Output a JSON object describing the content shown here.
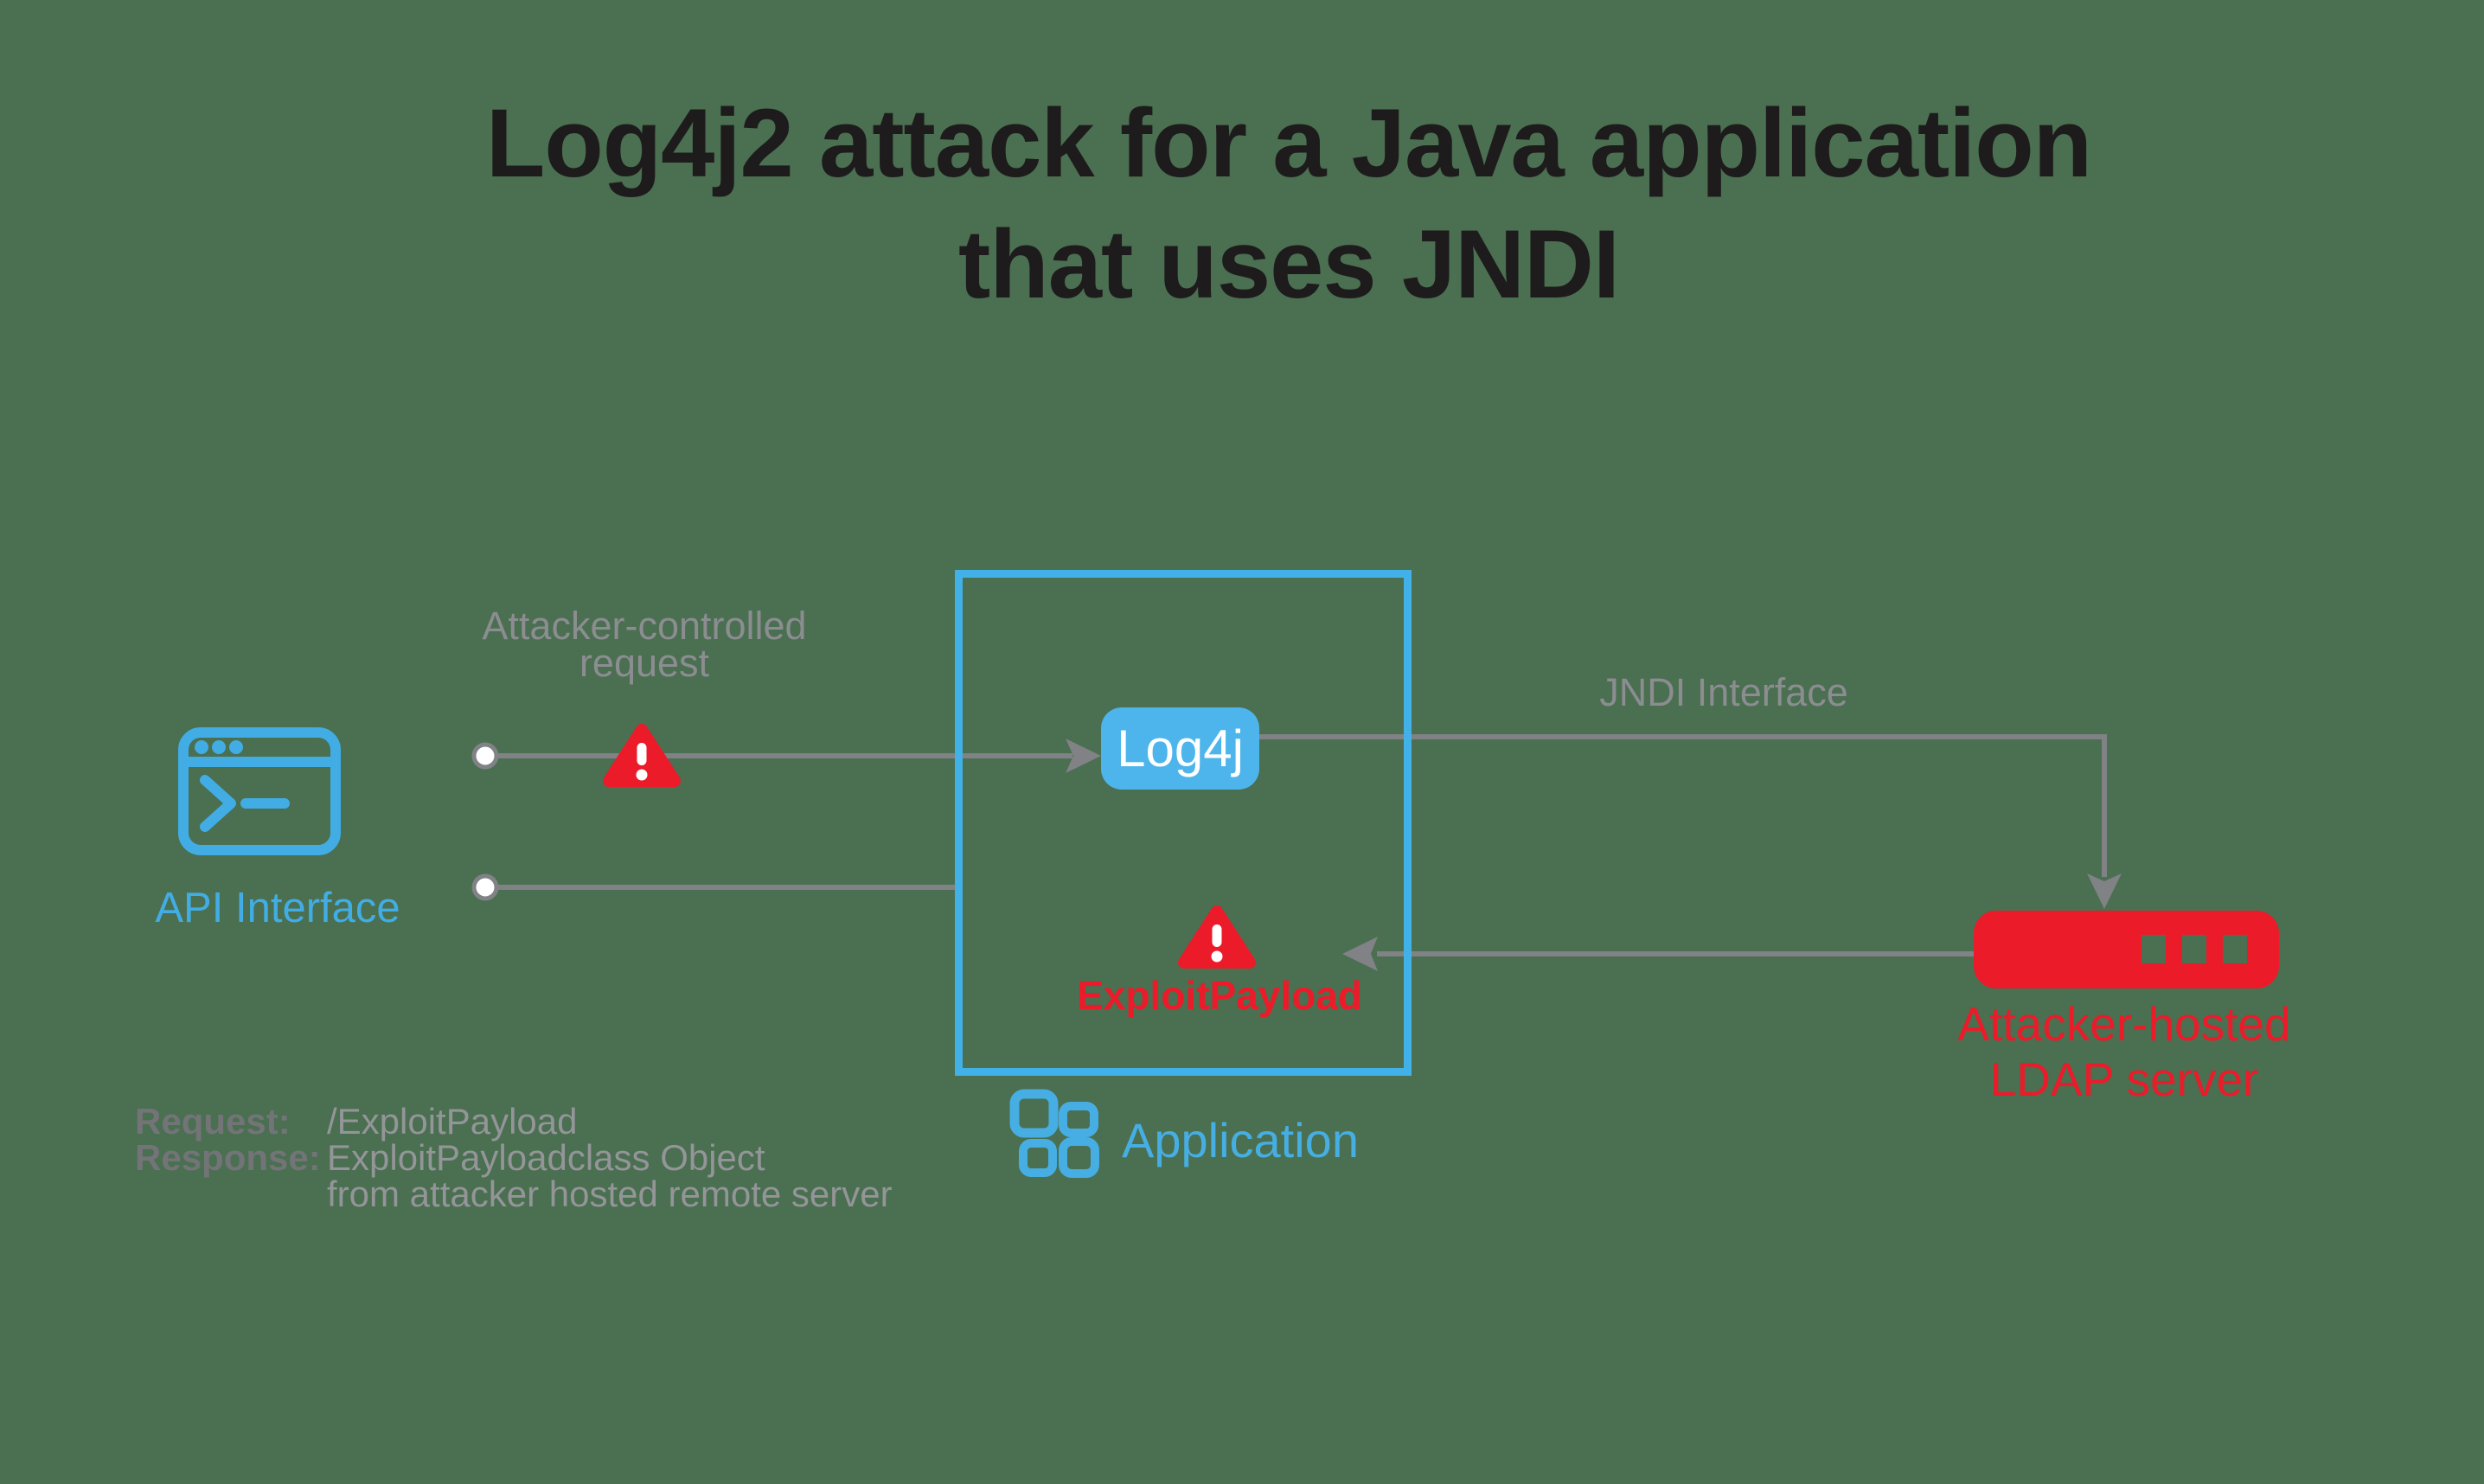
{
  "title": {
    "line1": "Log4j2 attack for a Java application",
    "line2": "that uses JNDI"
  },
  "api": {
    "label": "API Interface"
  },
  "attacker_request": {
    "line1": "Attacker-controlled",
    "line2": "request"
  },
  "application": {
    "label": "Application",
    "log4j_label": "Log4j",
    "exploit_label": "ExploitPayload"
  },
  "jndi": {
    "label": "JNDI Interface"
  },
  "ldap_server": {
    "line1": "Attacker-hosted",
    "line2": "LDAP server"
  },
  "legend": {
    "request_label": "Request:",
    "request_value": "/ExploitPayload",
    "response_label": "Response:",
    "response_value_line1": "ExploitPayloadclass Object",
    "response_value_line2": "from attacker hosted remote server"
  },
  "colors": {
    "background": "#4a6f51",
    "blue": "#45b0e7",
    "red": "#ec1b2a",
    "line_gray": "#808285",
    "label_gray": "#8b8d90",
    "legend_label_gray": "#737477",
    "legend_value_gray": "#949598",
    "title_black": "#1e1b1c",
    "badge_text": "#ffffff"
  }
}
